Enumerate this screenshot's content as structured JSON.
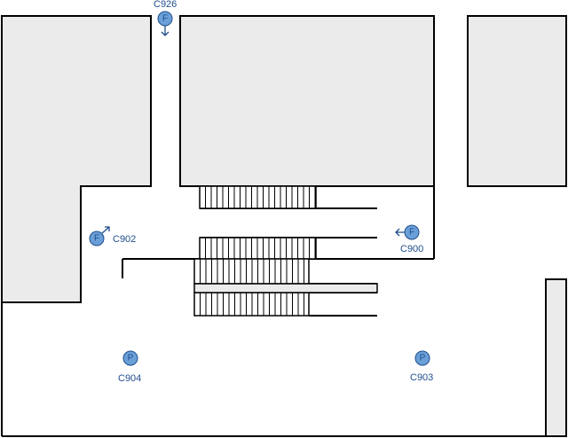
{
  "map": {
    "colors": {
      "building_fill": "#ebebeb",
      "wall_stroke": "#000000",
      "marker_fill": "#6a9fd8",
      "marker_stroke": "#1f4e8c",
      "label_color": "#1f4e8c"
    },
    "markers": [
      {
        "id": "C926",
        "type": "F",
        "icon": "fire-extinguisher-icon",
        "arrow": "down"
      },
      {
        "id": "C902",
        "type": "F",
        "icon": "fire-extinguisher-icon",
        "arrow": "up-right"
      },
      {
        "id": "C900",
        "type": "F",
        "icon": "fire-extinguisher-icon",
        "arrow": "left"
      },
      {
        "id": "C904",
        "type": "P",
        "icon": "parking-icon",
        "arrow": ""
      },
      {
        "id": "C903",
        "type": "P",
        "icon": "parking-icon",
        "arrow": ""
      }
    ]
  }
}
